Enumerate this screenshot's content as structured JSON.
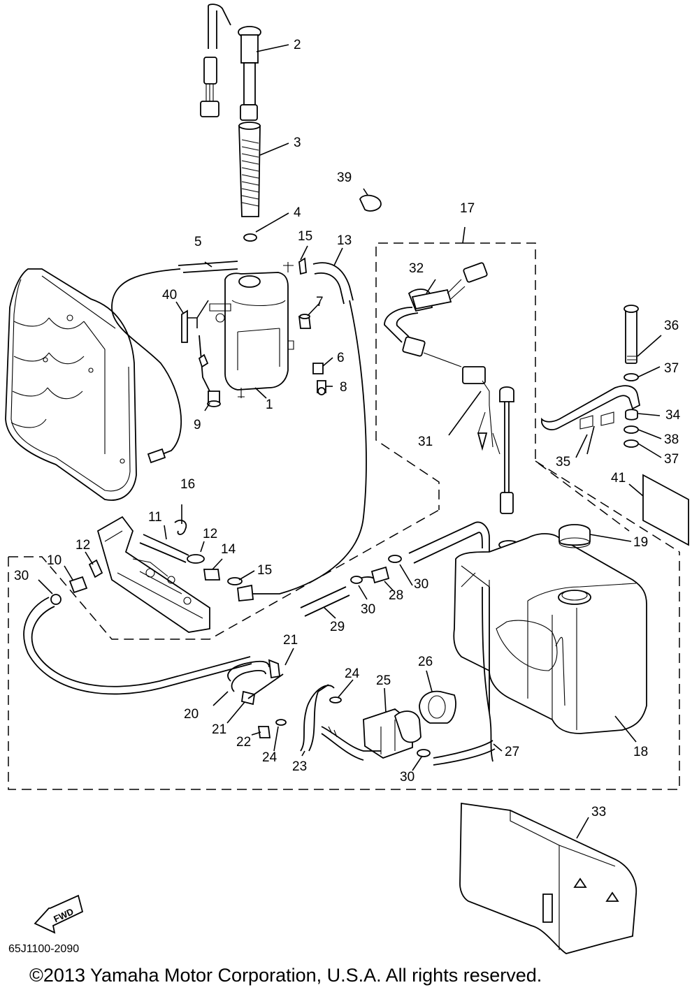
{
  "callouts": {
    "n1": "1",
    "n2": "2",
    "n3": "3",
    "n4": "4",
    "n5": "5",
    "n6": "6",
    "n7": "7",
    "n8": "8",
    "n9": "9",
    "n10": "10",
    "n11": "11",
    "n12a": "12",
    "n12b": "12",
    "n13": "13",
    "n14": "14",
    "n15a": "15",
    "n15b": "15",
    "n16": "16",
    "n17": "17",
    "n18": "18",
    "n19": "19",
    "n20": "20",
    "n21a": "21",
    "n21b": "21",
    "n22": "22",
    "n23": "23",
    "n24a": "24",
    "n24b": "24",
    "n25": "25",
    "n26": "26",
    "n27": "27",
    "n28": "28",
    "n29": "29",
    "n30a": "30",
    "n30b": "30",
    "n30c": "30",
    "n30d": "30",
    "n31": "31",
    "n32": "32",
    "n33": "33",
    "n34": "34",
    "n35": "35",
    "n36": "36",
    "n37a": "37",
    "n37b": "37",
    "n38": "38",
    "n39": "39",
    "n40": "40",
    "n41": "41"
  },
  "fwd_label": "FWD",
  "diagram_code": "65J1100-2090",
  "copyright": "©2013 Yamaha Motor Corporation, U.S.A. All rights reserved."
}
